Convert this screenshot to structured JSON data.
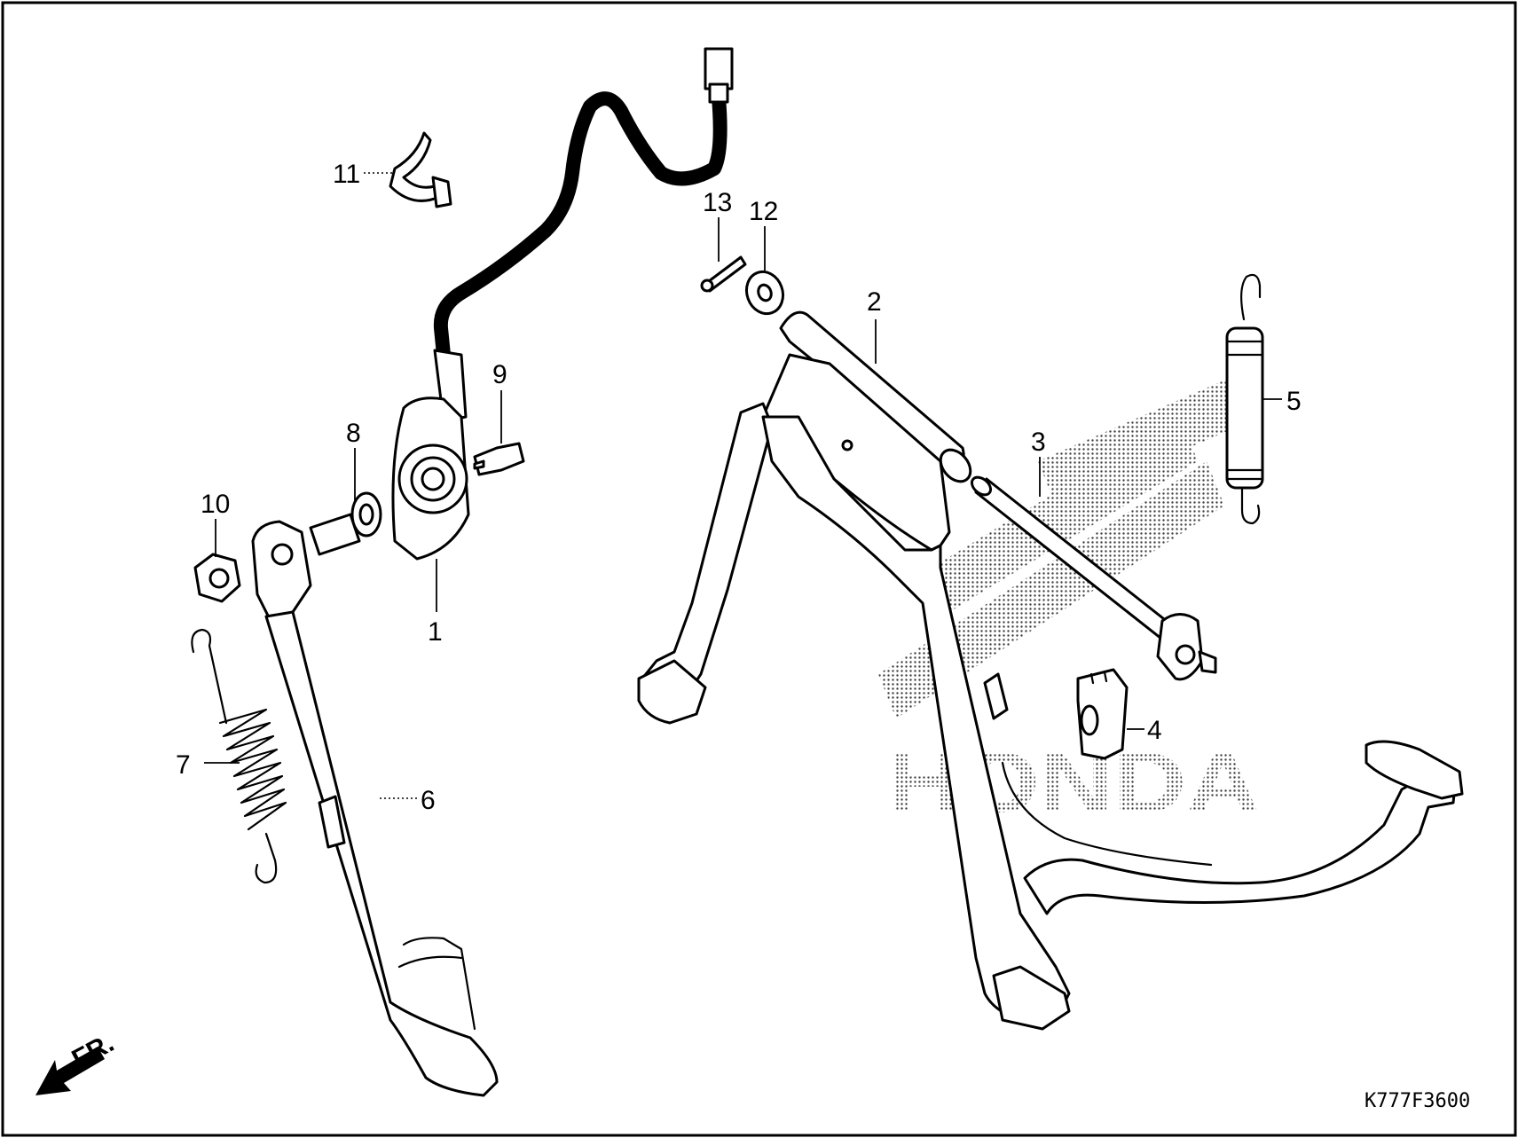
{
  "callouts": [
    {
      "id": "1",
      "label": "1"
    },
    {
      "id": "2",
      "label": "2"
    },
    {
      "id": "3",
      "label": "3"
    },
    {
      "id": "4",
      "label": "4"
    },
    {
      "id": "5",
      "label": "5"
    },
    {
      "id": "6",
      "label": "6"
    },
    {
      "id": "7",
      "label": "7"
    },
    {
      "id": "8",
      "label": "8"
    },
    {
      "id": "9",
      "label": "9"
    },
    {
      "id": "10",
      "label": "10"
    },
    {
      "id": "11",
      "label": "11"
    },
    {
      "id": "12",
      "label": "12"
    },
    {
      "id": "13",
      "label": "13"
    }
  ],
  "direction_label": "FR.",
  "diagram_code": "K777F3600",
  "watermark": "HONDA",
  "colors": {
    "line": "#000000",
    "background": "#ffffff"
  }
}
